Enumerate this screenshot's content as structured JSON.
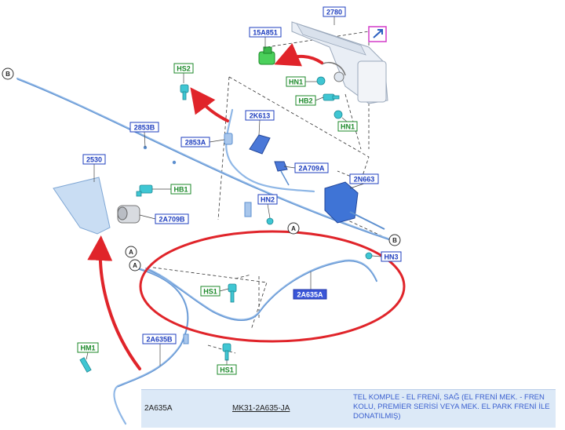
{
  "labels": {
    "l2780": "2780",
    "l15A851": "15A851",
    "lHS2": "HS2",
    "lHN1a": "HN1",
    "lHB2": "HB2",
    "lHN1b": "HN1",
    "l2K613": "2K613",
    "l2853A": "2853A",
    "l2853B": "2853B",
    "l2A709A": "2A709A",
    "l2N663": "2N663",
    "l2530": "2530",
    "lHB1": "HB1",
    "lHN2": "HN2",
    "l2A709B": "2A709B",
    "lHN3": "HN3",
    "lHS1a": "HS1",
    "l2A635A": "2A635A",
    "lHM1": "HM1",
    "l2A635B": "2A635B",
    "lHS1b": "HS1"
  },
  "refs": {
    "b": "B",
    "a": "A"
  },
  "footer": {
    "code": "2A635A",
    "part_number": "MK31-2A635-JA",
    "description": "TEL KOMPLE - EL FRENİ, SAĞ (EL FRENİ MEK. - FREN KOLU, PREMİER SERİSİ VEYA MEK. EL PARK FRENİ İLE DONATILMIŞ)"
  },
  "colors": {
    "part_blue": "#1f3fbf",
    "fastener_green": "#1c8a2a",
    "selected_fill": "#3a56d8",
    "highlight_red": "#e0242a",
    "link_magenta": "#d23cc8",
    "cable": "#8fb7e6",
    "footer_bg": "#dce9f7"
  },
  "icons": {
    "external_link": "external-link-icon"
  }
}
